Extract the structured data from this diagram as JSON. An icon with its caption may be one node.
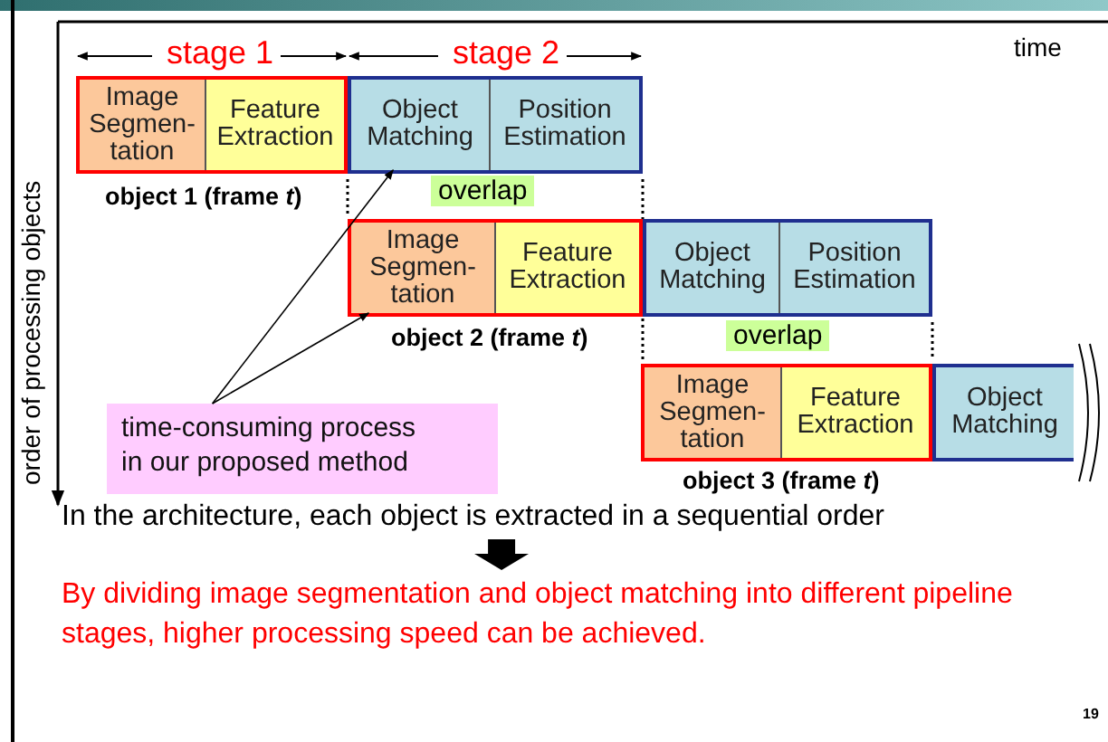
{
  "diagram": {
    "nodes": [
      {
        "text": [],
        "shape": "box"
      },
      {
        "text": [
          "Image Segmen- tation"
        ],
        "in": 0
      },
      {
        "text": [
          "Feature Extraction"
        ],
        "in": 0
      },
      {
        "text": [],
        "shape": "box"
      },
      {
        "text": [
          "Object Matching"
        ],
        "in": 3
      },
      {
        "text": [
          "Position Estimation"
        ],
        "in": 3
      },
      {
        "text": [],
        "shape": "box"
      },
      {
        "text": [
          "Image Segmen- tation"
        ],
        "in": 6
      },
      {
        "text": [
          "Feature Extraction"
        ],
        "in": 6
      },
      {
        "text": [],
        "shape": "box"
      },
      {
        "text": [
          "Object Matching"
        ],
        "in": 9
      },
      {
        "text": [
          "Position Estimation"
        ],
        "in": 9
      },
      {
        "text": [],
        "shape": "box"
      },
      {
        "text": [
          "Image Segmen- tation"
        ],
        "in": 12
      },
      {
        "text": [
          "Feature Extraction"
        ],
        "in": 12
      },
      {
        "text": [],
        "shape": "box"
      },
      {
        "text": [
          "Object Matching"
        ],
        "in": 15
      },
      {
        "text": [
          "time-consuming process in our proposed method"
        ]
      },
      {
        "text": [
          "In the architecture, each object is extracted in a sequential order"
        ]
      },
      {
        "text": [
          "By dividing image segmentation and object matching into different pipeline stages, higher processing speed can be achieved."
        ]
      }
    ],
    "edges": [
      {
        "from": 17,
        "to": 4,
        "arrow": "to"
      },
      {
        "from": 17,
        "to": 7,
        "arrow": "to"
      },
      {
        "from": 18,
        "to": 19,
        "arrow": "to",
        "style": "thick"
      }
    ],
    "labels": [
      "stage 1",
      "stage 2",
      "time",
      "order of processing objects",
      "object 1 (frame *t*)",
      "overlap",
      "object 2 (frame *t*)",
      "overlap",
      "object 3 (frame *t*)",
      "19"
    ]
  }
}
